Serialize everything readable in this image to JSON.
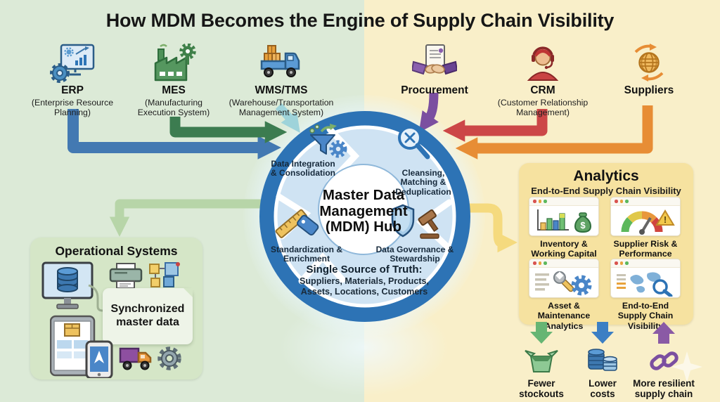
{
  "title": "How MDM Becomes the Engine of Supply Chain Visibility",
  "sources_left": [
    {
      "label": "ERP",
      "sublabel": "(Enterprise Resource Planning)",
      "icon": "erp-gear-monitor-icon"
    },
    {
      "label": "MES",
      "sublabel": "(Manufacturing Execution System)",
      "icon": "mes-factory-icon"
    },
    {
      "label": "WMS/TMS",
      "sublabel": "(Warehouse/Transportation Management System)",
      "icon": "wms-truck-icon"
    }
  ],
  "sources_right": [
    {
      "label": "Procurement",
      "sublabel": "",
      "icon": "procurement-handshake-icon"
    },
    {
      "label": "CRM",
      "sublabel": "(Customer Relationship Management)",
      "icon": "crm-agent-icon"
    },
    {
      "label": "Suppliers",
      "sublabel": "",
      "icon": "suppliers-globe-icon"
    }
  ],
  "hub": {
    "title": "Master Data Management (MDM) Hub",
    "segments": [
      {
        "label": "Data Integration & Consolidation",
        "icon": "funnel-icon"
      },
      {
        "label": "Cleansing, Matching & Deduplication",
        "icon": "magnifier-x-icon"
      },
      {
        "label": "Standardization & Enrichment",
        "icon": "ruler-tag-icon"
      },
      {
        "label": "Data Governance & Stewardship",
        "icon": "shield-gavel-icon"
      }
    ],
    "footer_title": "Single Source of Truth:",
    "footer_text": "Suppliers, Materials, Products, Assets, Locations, Customers"
  },
  "operational": {
    "title": "Operational Systems",
    "callout": "Synchronized master data"
  },
  "analytics": {
    "title": "Analytics",
    "subtitle": "End-to-End Supply Chain Visibility",
    "tiles": [
      {
        "label": "Inventory & Working Capital Insights",
        "icon": "bar-chart-money-icon"
      },
      {
        "label": "Supplier Risk & Performance",
        "icon": "gauge-warning-icon"
      },
      {
        "label": "Asset & Maintenance Analytics",
        "icon": "wrench-gear-icon"
      },
      {
        "label": "End-to-End Supply Chain Visibility",
        "icon": "world-map-magnifier-icon"
      }
    ]
  },
  "outcomes": [
    {
      "label": "Fewer stockouts",
      "icon": "open-box-icon",
      "direction": "down",
      "color": "#66b573"
    },
    {
      "label": "Lower costs",
      "icon": "coins-icon",
      "direction": "down",
      "color": "#3b7fc4"
    },
    {
      "label": "More resilient supply chain",
      "icon": "chain-link-icon",
      "direction": "up",
      "color": "#8a5aa5"
    }
  ],
  "colors": {
    "background_left": "#dcead7",
    "background_right": "#f9efc9",
    "hub_ring": "#2d73b5",
    "hub_fill": "#cfe3f3",
    "hub_center": "#ffffff",
    "panel_operational": "#d5e6c7",
    "panel_analytics": "#f6e2a0",
    "arrow_erp": "#4379b2",
    "arrow_mes": "#3c7c50",
    "arrow_wms": "#9ed3da",
    "arrow_procurement": "#7b4fa0",
    "arrow_crm": "#cc4747",
    "arrow_suppliers": "#e78d35",
    "arrow_to_operational": "#b7d5a8",
    "arrow_to_analytics": "#f5da7e"
  }
}
